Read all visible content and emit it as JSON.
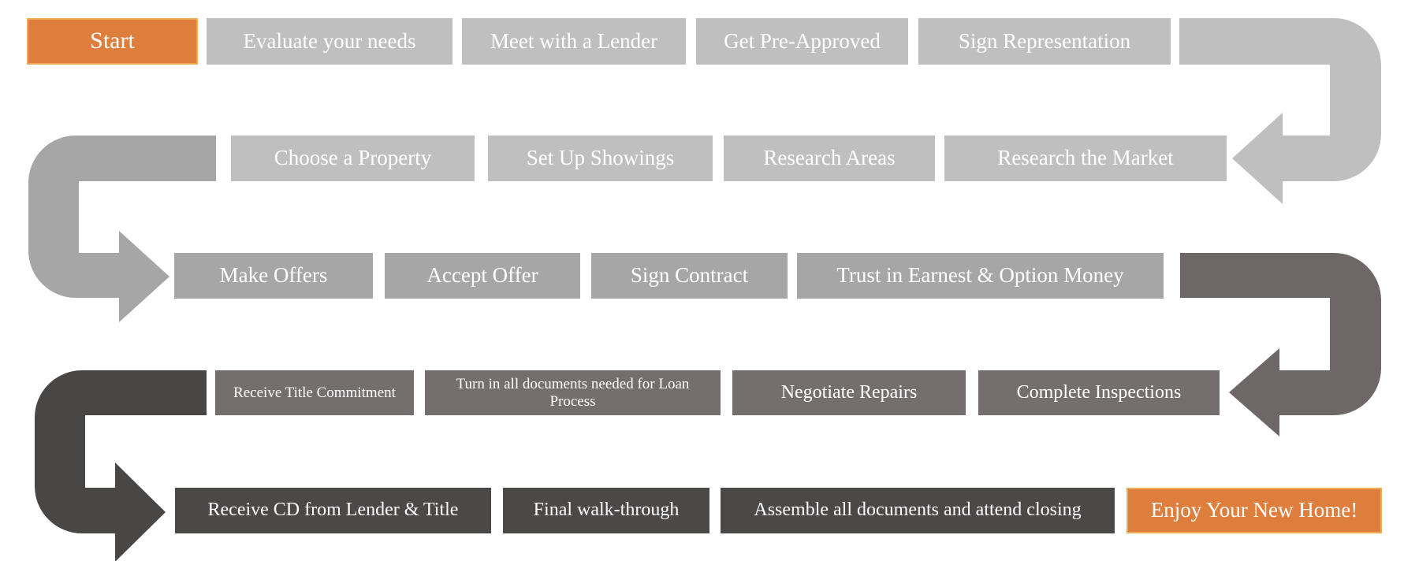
{
  "colors": {
    "background": "#FFFFFF",
    "text": "#FFFFFF",
    "light_gray": "#BFBFBF",
    "mid_gray": "#A6A6A6",
    "warm_gray": "#756E6E",
    "warm_gray_arrow": "#6E6767",
    "dark_gray": "#4B4848",
    "dark_gray_arrow": "#494646",
    "orange": "#DE7E3C",
    "orange_border": "#ECAC55"
  },
  "flow": {
    "rows": [
      {
        "boxes": [
          {
            "label": "Start"
          },
          {
            "label": "Evaluate your needs"
          },
          {
            "label": "Meet with a Lender"
          },
          {
            "label": "Get Pre-Approved"
          },
          {
            "label": "Sign Representation"
          }
        ]
      },
      {
        "boxes": [
          {
            "label": "Choose a Property"
          },
          {
            "label": "Set Up Showings"
          },
          {
            "label": "Research Areas"
          },
          {
            "label": "Research the Market"
          }
        ]
      },
      {
        "boxes": [
          {
            "label": "Make Offers"
          },
          {
            "label": "Accept Offer"
          },
          {
            "label": "Sign Contract"
          },
          {
            "label": "Trust in Earnest & Option Money"
          }
        ]
      },
      {
        "boxes": [
          {
            "label": "Receive Title Commitment"
          },
          {
            "label": "Turn in all documents needed for Loan Process"
          },
          {
            "label": "Negotiate Repairs"
          },
          {
            "label": "Complete Inspections"
          }
        ]
      },
      {
        "boxes": [
          {
            "label": "Receive CD from Lender & Title"
          },
          {
            "label": "Final walk-through"
          },
          {
            "label": "Assemble all documents and attend closing"
          },
          {
            "label": "Enjoy Your New Home!"
          }
        ]
      }
    ]
  },
  "connectors": [
    {
      "name": "row1-to-row2",
      "direction": "right-down-left"
    },
    {
      "name": "row2-to-row3",
      "direction": "left-down-right"
    },
    {
      "name": "row3-to-row4",
      "direction": "right-down-left"
    },
    {
      "name": "row4-to-row5",
      "direction": "left-down-right"
    }
  ]
}
